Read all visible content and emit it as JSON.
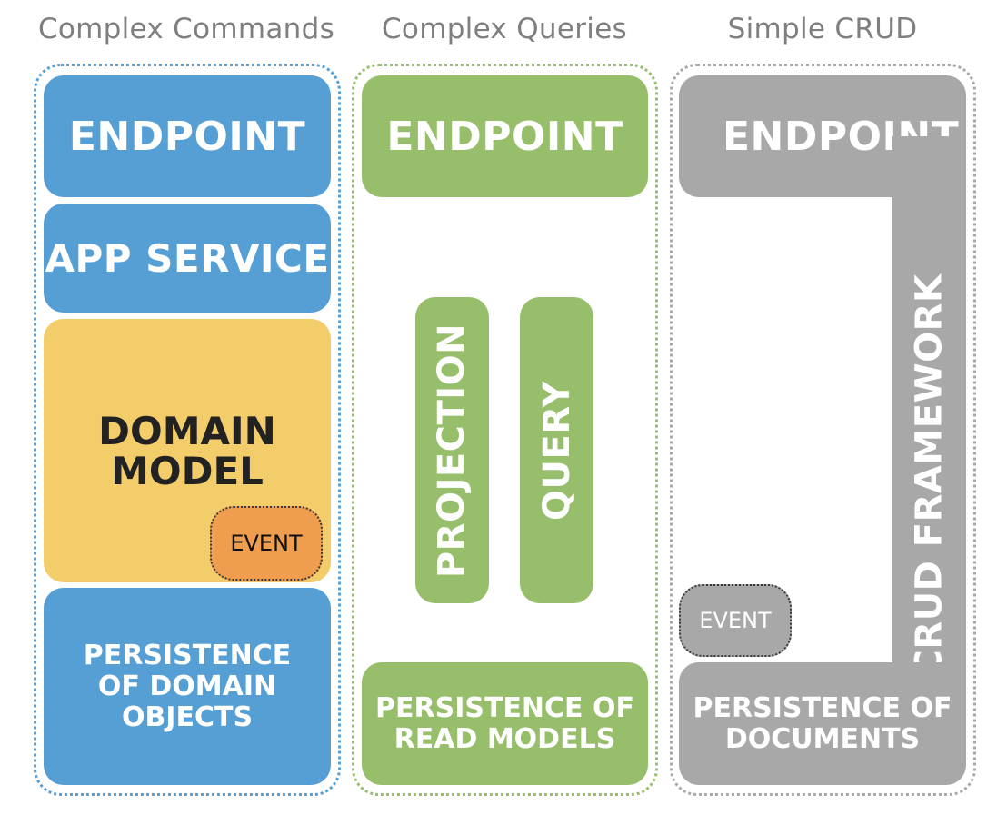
{
  "columns": {
    "commands": {
      "heading": "Complex Commands",
      "endpoint": "ENDPOINT",
      "app_service": "APP SERVICE",
      "domain_model": "DOMAIN\nMODEL",
      "event": "EVENT",
      "persistence": "PERSISTENCE\nOF DOMAIN\nOBJECTS"
    },
    "queries": {
      "heading": "Complex Queries",
      "endpoint": "ENDPOINT",
      "projection": "PROJECTION",
      "query": "QUERY",
      "persistence": "PERSISTENCE OF\nREAD MODELS"
    },
    "crud": {
      "heading": "Simple CRUD",
      "endpoint": "ENDPOINT",
      "framework": "CRUD FRAMEWORK",
      "event": "EVENT",
      "persistence": "PERSISTENCE OF\nDOCUMENTS"
    }
  },
  "colors": {
    "commands": "#569fd4",
    "queries": "#97be6a",
    "crud": "#a8a8a8",
    "domain": "#f4cd6b",
    "event": "#ee9e4e"
  }
}
